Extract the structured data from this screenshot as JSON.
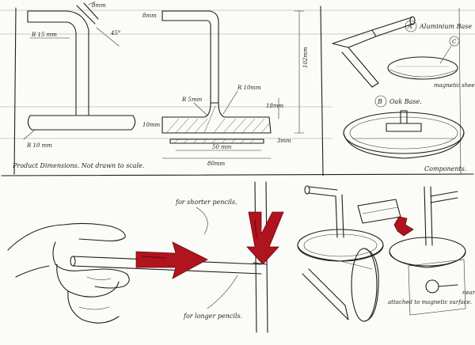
{
  "colors": {
    "ink": "#1e1e1e",
    "paper": "#fbfbf8",
    "marker_red": "#b0141e",
    "marker_red_dark": "#7a0a10"
  },
  "dimensions_panel": {
    "caption": "Product Dimensions.  Not drawn to scale.",
    "front_view": {
      "dim_top": "8mm",
      "dim_radius": "R 15 mm",
      "dim_angle": "45°",
      "dim_base_radius": "R 10 mm"
    },
    "section_view": {
      "dim_top": "8mm",
      "dim_height": "102mm",
      "dim_radius_small": "R 5mm",
      "dim_radius_fillet": "R 10mm",
      "dim_mid": "18mm",
      "dim_base_thickness": "10mm",
      "dim_plate": "50 mm",
      "dim_magnet": "3mm",
      "dim_width": "80mm"
    }
  },
  "components_panel": {
    "caption": "Components.",
    "label_a": "A",
    "part_a": "Aluminium Base",
    "label_c": "C",
    "part_c": "magnetic sheet",
    "label_b": "B",
    "part_b": "Oak Base."
  },
  "usage_panel": {
    "note_shorter": "for shorter pencils.",
    "note_longer": "for longer pencils.",
    "note_attached": "attached to magnetic surface.",
    "note_near": "near"
  }
}
